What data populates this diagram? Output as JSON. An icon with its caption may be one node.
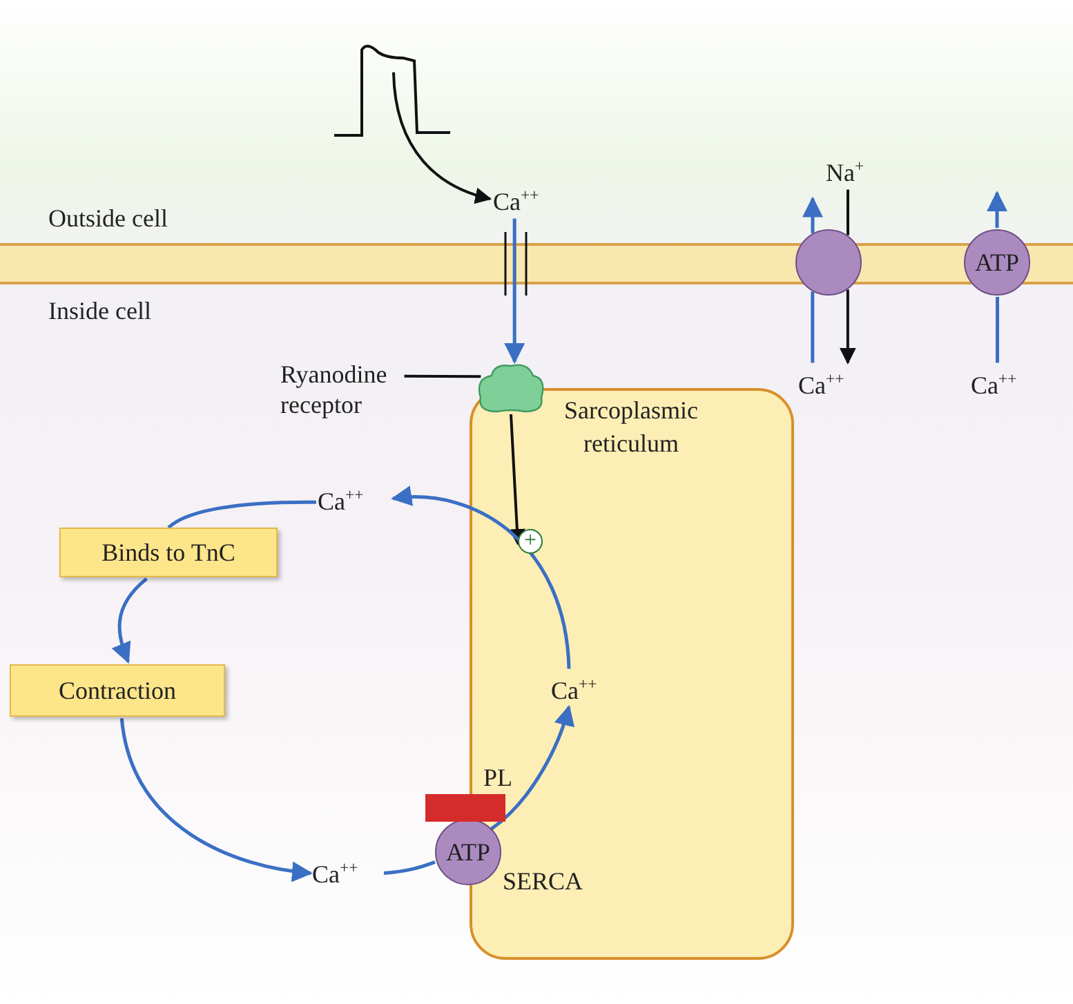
{
  "diagram": {
    "nodes": [
      {
        "text": [],
        "shape": "line"
      },
      {
        "text": [
          "Ca$^{++}$"
        ]
      },
      {
        "text": [
          "Ryanodine receptor"
        ]
      },
      {
        "text": [],
        "shape": "receptor"
      },
      {
        "text": [
          "Sarcoplasmic reticulum"
        ]
      },
      {
        "text": [],
        "shape": "circle"
      },
      {
        "text": [
          "Na$^{+}$"
        ]
      },
      {
        "text": [
          "Ca$^{++}$"
        ]
      },
      {
        "text": [
          "ATP"
        ]
      },
      {
        "text": [
          "Ca$^{++}$"
        ]
      },
      {
        "text": [
          "Ca$^{++}$"
        ]
      },
      {
        "text": [
          "Binds to TnC"
        ]
      },
      {
        "text": [
          "Contraction"
        ]
      },
      {
        "text": [
          "Ca$^{++}$"
        ]
      },
      {
        "text": [
          "ATP"
        ],
        "beside": [
          "SERCA"
        ]
      },
      {
        "text": [
          "Ca$^{++}$"
        ],
        "in": 4
      },
      {
        "text": [],
        "shape": "bar",
        "beside": [
          "PL"
        ]
      },
      {
        "text": [
          "+"
        ],
        "in": 4
      }
    ],
    "edges": [
      {
        "from": 0,
        "to": 1,
        "arrow": "to",
        "color": "#111111"
      },
      {
        "from": 1,
        "to": 3,
        "arrow": "to"
      },
      {
        "from": 2,
        "to": 3,
        "arrow": "none",
        "color": "#111111"
      },
      {
        "from": 3,
        "to": 17,
        "arrow": "to",
        "color": "#111111"
      },
      {
        "from": 6,
        "to": 5,
        "arrow": "none",
        "color": "#111111"
      },
      {
        "from": 5,
        "to": 7,
        "arrow": "to",
        "color": "#111111"
      },
      {
        "from": 7,
        "to": 5,
        "arrow": "none"
      },
      {
        "from": 5,
        "to": 6,
        "arrow": "to"
      },
      {
        "from": 9,
        "to": 8,
        "arrow": "none"
      },
      {
        "from": 8,
        "to": null,
        "arrow": "to"
      },
      {
        "from": 10,
        "to": 11,
        "arrow": "none"
      },
      {
        "from": 11,
        "to": 12,
        "arrow": "to"
      },
      {
        "from": 12,
        "to": 13,
        "arrow": "to"
      },
      {
        "from": 13,
        "to": 14,
        "arrow": "none"
      },
      {
        "from": 14,
        "to": 15,
        "arrow": "to"
      },
      {
        "from": 15,
        "to": 10,
        "arrow": "to"
      }
    ],
    "labels": [
      "Outside cell",
      "Inside cell"
    ]
  }
}
